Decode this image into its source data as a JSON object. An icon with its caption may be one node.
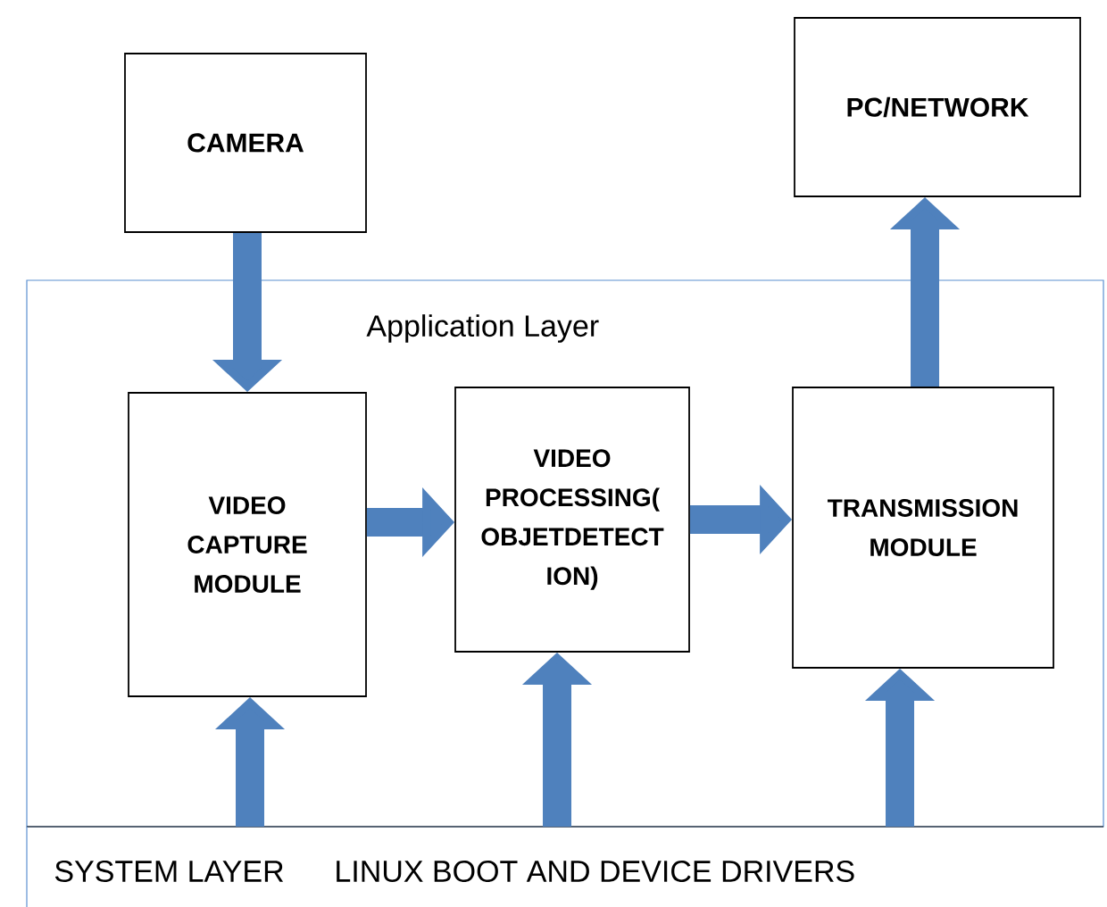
{
  "diagram": {
    "nodes": [
      {
        "text": [
          "CAMERA"
        ]
      },
      {
        "text": [
          "PC/NETWORK"
        ]
      },
      {
        "text": [
          "Application Layer"
        ]
      },
      {
        "text": [
          "VIDEO CAPTURE MODULE"
        ],
        "in": 2
      },
      {
        "text": [
          "VIDEO PROCESSING( OBJETDETECT ION)"
        ],
        "in": 2
      },
      {
        "text": [
          "TRANSMISSION MODULE"
        ],
        "in": 2
      },
      {
        "text": [
          "SYSTEM LAYER",
          "LINUX  BOOT AND DEVICE DRIVERS"
        ]
      }
    ],
    "edges": [
      {
        "from": 0,
        "to": 3,
        "arrow": "to"
      },
      {
        "from": 3,
        "to": 4,
        "arrow": "to"
      },
      {
        "from": 4,
        "to": 5,
        "arrow": "to"
      },
      {
        "from": 5,
        "to": 1,
        "arrow": "to"
      },
      {
        "from": 6,
        "to": 3,
        "arrow": "to"
      },
      {
        "from": 6,
        "to": 4,
        "arrow": "to"
      },
      {
        "from": 6,
        "to": 5,
        "arrow": "to"
      }
    ]
  }
}
